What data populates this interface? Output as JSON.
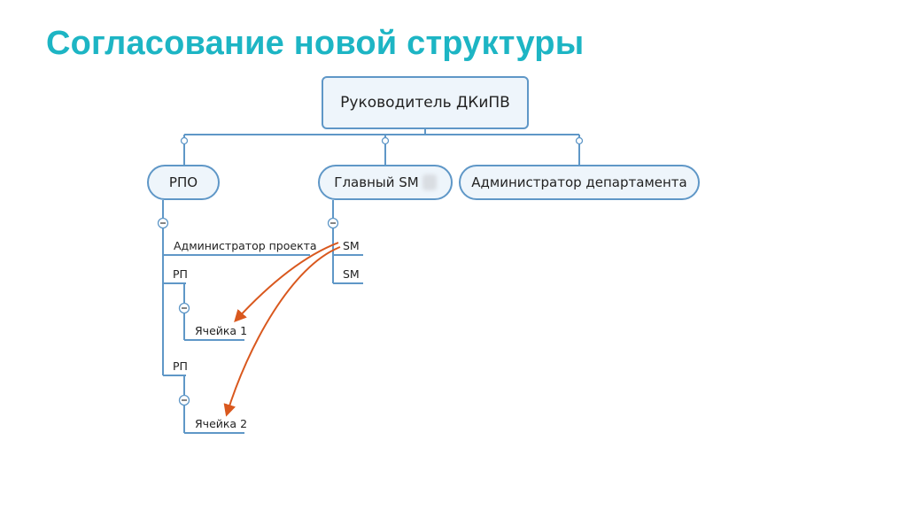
{
  "title": "Согласование новой структуры",
  "colors": {
    "title": "#1db5c4",
    "line": "#5f97c7",
    "arrow": "#d9581e",
    "node_fill": "#eef5fb"
  },
  "root": {
    "label": "Руководитель ДКиПВ"
  },
  "level1": {
    "rpo": "РПО",
    "chief_sm": "Главный SM",
    "admin_dept": "Администратор департамента"
  },
  "rpo_branch": {
    "project_admin": "Администратор проекта",
    "rp1": "РП",
    "cell1": "Ячейка 1",
    "rp2": "РП",
    "cell2": "Ячейка 2"
  },
  "sm_branch": {
    "sm1": "SM",
    "sm2": "SM"
  }
}
